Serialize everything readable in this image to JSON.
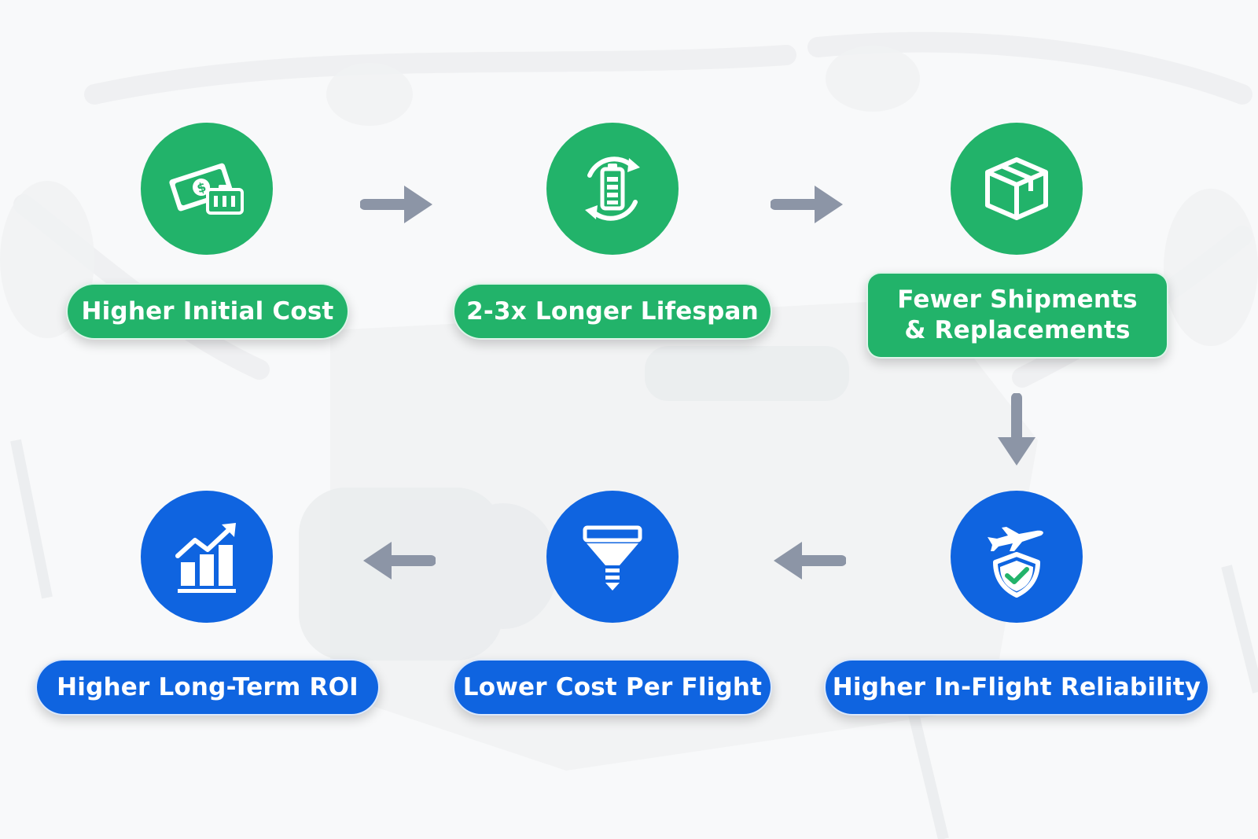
{
  "colors": {
    "green": "#22b36a",
    "blue": "#0f64e0",
    "arrow": "#8c95a6"
  },
  "steps": [
    {
      "label": "Higher Initial Cost",
      "icon": "money-battery-icon"
    },
    {
      "label": "2-3x Longer Lifespan",
      "icon": "battery-cycle-icon"
    },
    {
      "label": "Fewer Shipments & Replacements",
      "icon": "package-box-icon"
    },
    {
      "label": "Higher In-Flight Reliability",
      "icon": "airplane-shield-icon"
    },
    {
      "label": "Lower Cost Per Flight",
      "icon": "funnel-icon"
    },
    {
      "label": "Higher Long-Term ROI",
      "icon": "growth-chart-icon"
    }
  ]
}
